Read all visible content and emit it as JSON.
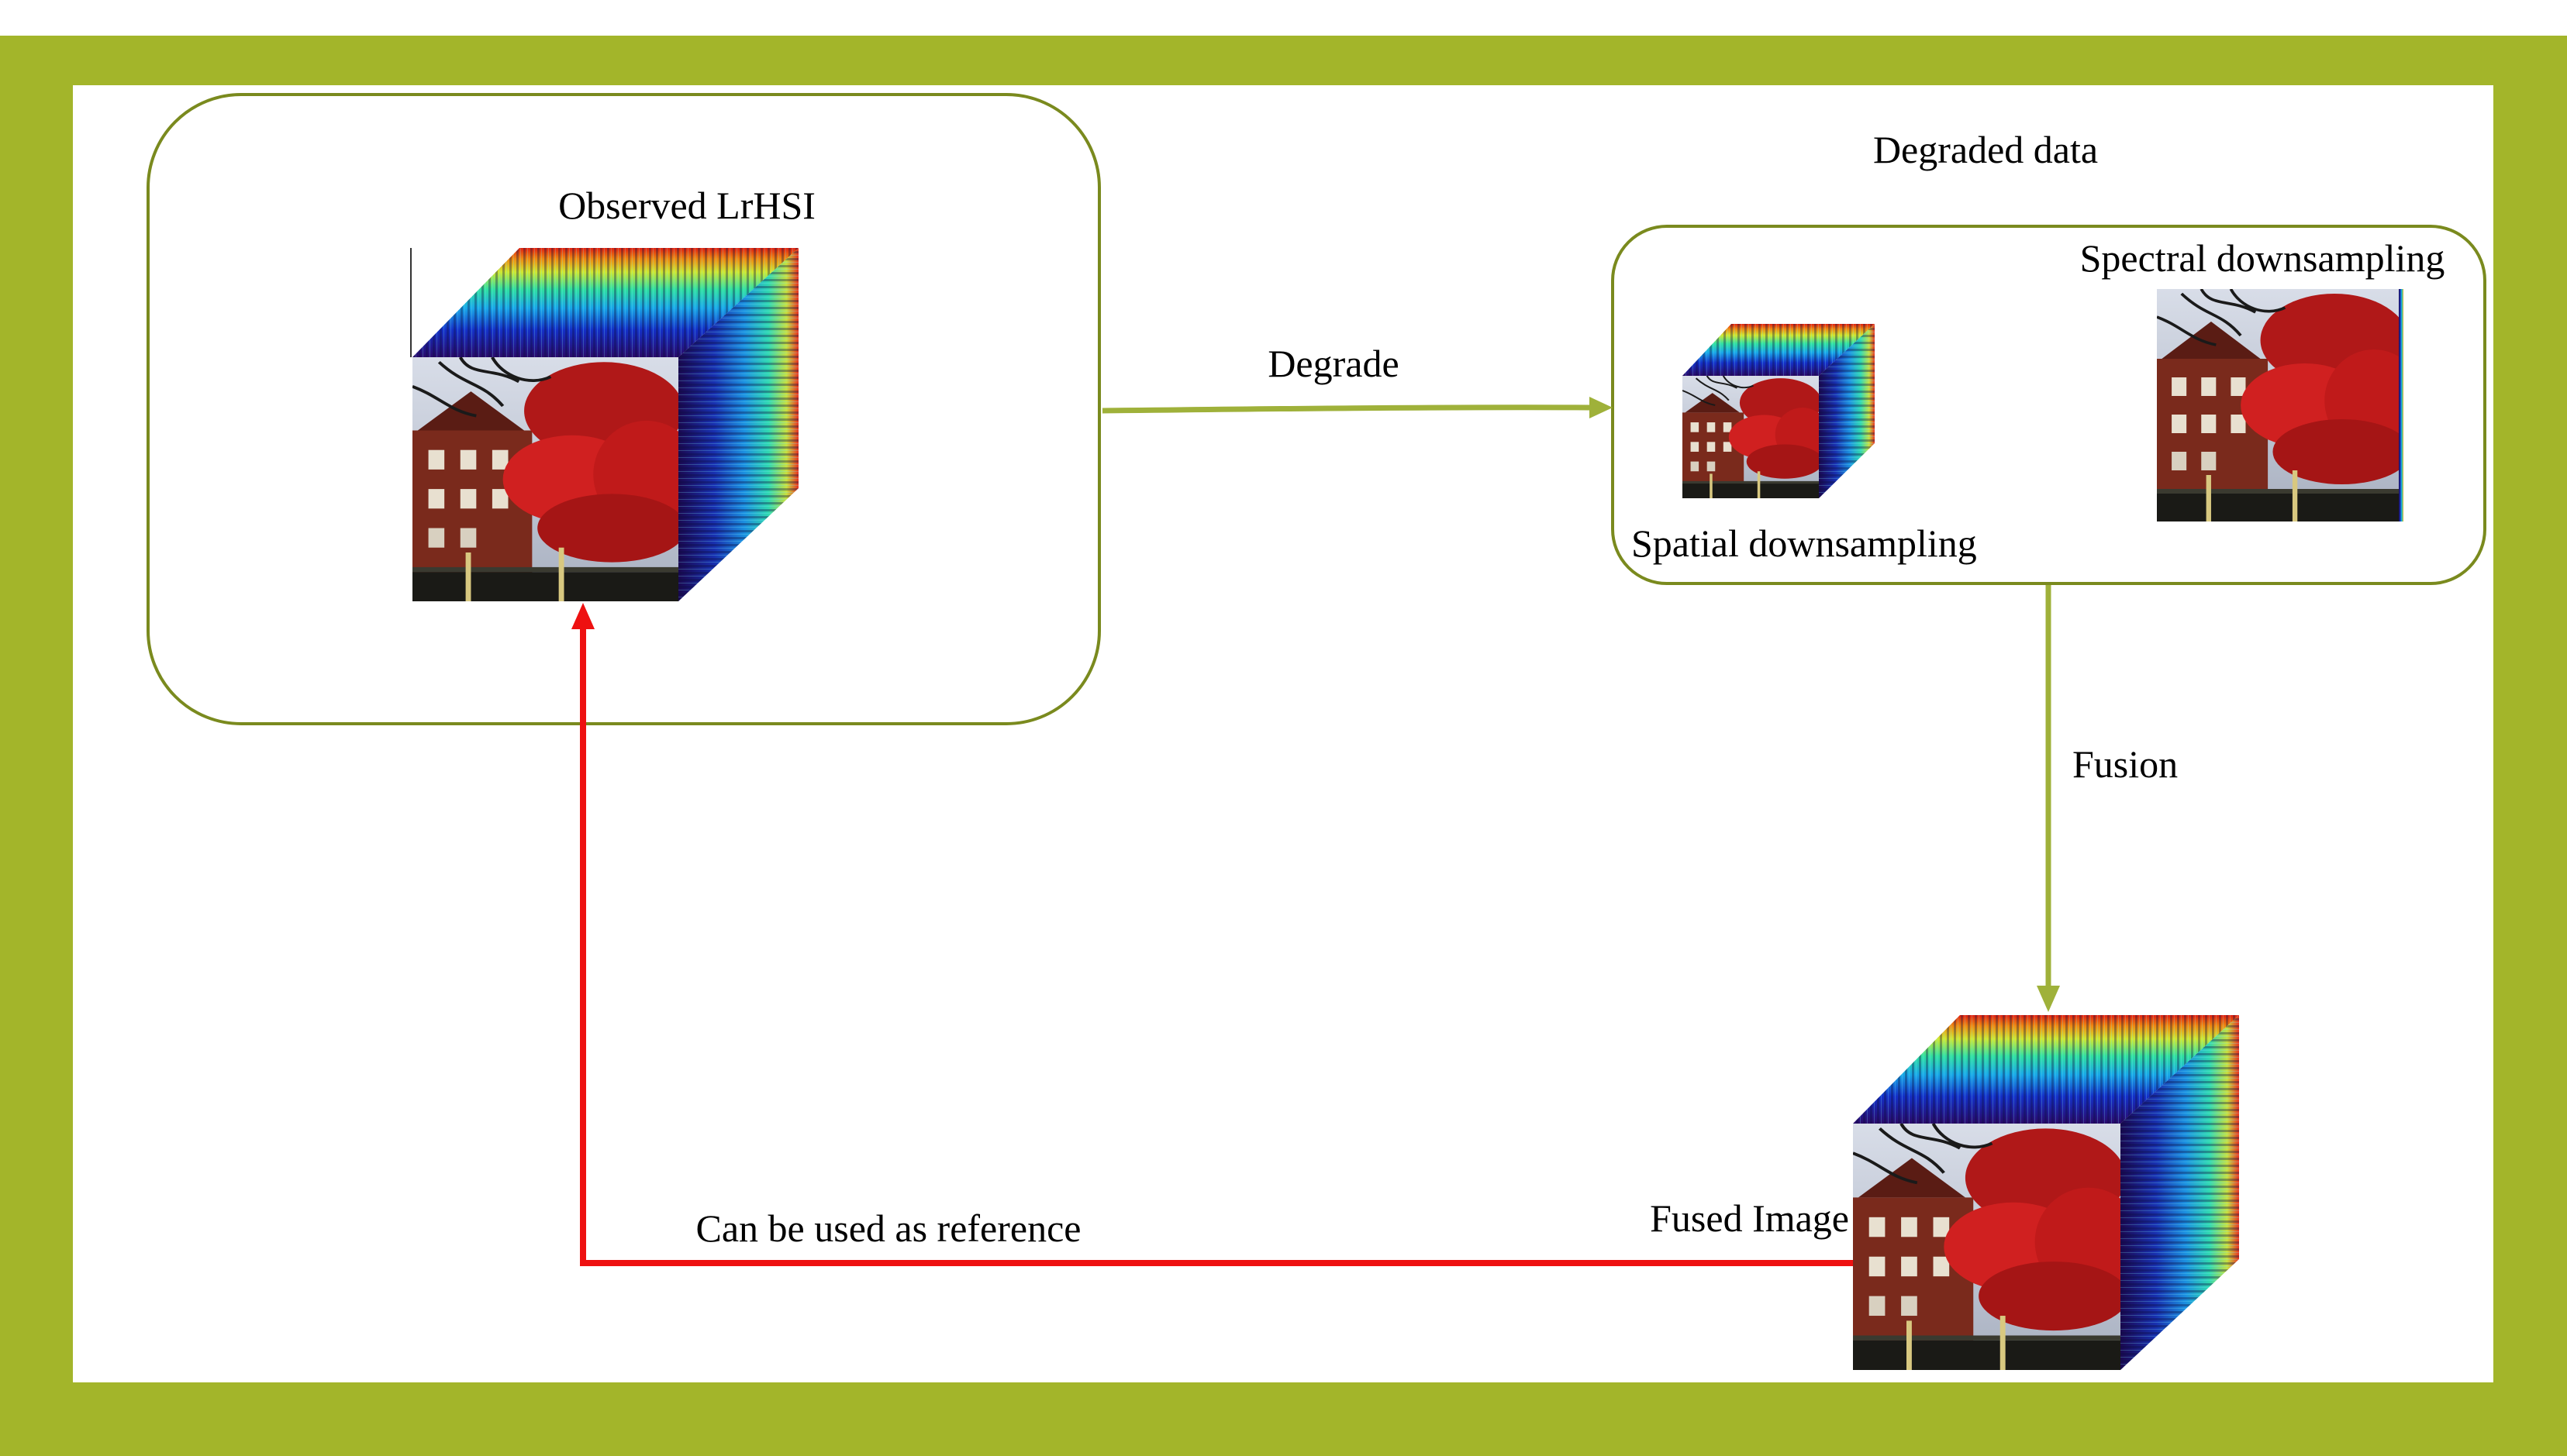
{
  "colors": {
    "frame": "#a3b52a",
    "box_stroke": "#7a8a1e",
    "flow_arrow": "#9fb13a",
    "reference_arrow": "#ee1111",
    "background": "#ffffff"
  },
  "labels": {
    "observed": "Observed LrHSI",
    "degrade": "Degrade",
    "degraded_data": "Degraded data",
    "spectral": "Spectral downsampling",
    "spatial": "Spatial downsampling",
    "fusion": "Fusion",
    "fused": "Fused Image",
    "reference": "Can be used as reference"
  },
  "icons": {
    "observed_cube": "hyperspectral-cube",
    "spatial_cube": "hyperspectral-cube",
    "spectral_image": "rgb-image",
    "fused_cube": "hyperspectral-cube"
  }
}
